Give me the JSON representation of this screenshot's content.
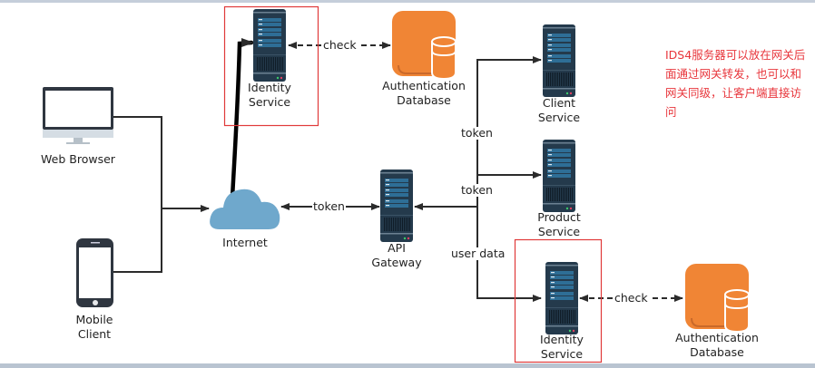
{
  "nodes": {
    "web_browser": {
      "label": "Web Browser",
      "icon": "monitor-icon"
    },
    "mobile_client": {
      "label_line1": "Mobile",
      "label_line2": "Client",
      "icon": "smartphone-icon"
    },
    "internet": {
      "label": "Internet",
      "icon": "cloud-icon"
    },
    "identity_service_top": {
      "label_line1": "Identity",
      "label_line2": "Service",
      "icon": "server-icon"
    },
    "auth_db_top": {
      "label_line1": "Authentication",
      "label_line2": "Database",
      "icon": "database-icon"
    },
    "api_gateway": {
      "label_line1": "API",
      "label_line2": "Gateway",
      "icon": "server-icon"
    },
    "client_service": {
      "label_line1": "Client",
      "label_line2": "Service",
      "icon": "server-icon"
    },
    "product_service": {
      "label_line1": "Product",
      "label_line2": "Service",
      "icon": "server-icon"
    },
    "identity_service_bottom": {
      "label_line1": "Identity",
      "label_line2": "Service",
      "icon": "server-icon"
    },
    "auth_db_bottom": {
      "label_line1": "Authentication",
      "label_line2": "Database",
      "icon": "database-icon"
    }
  },
  "edges": {
    "check_top": "check",
    "token_internet_gateway": "token",
    "token_client": "token",
    "token_product": "token",
    "user_data": "user data",
    "check_bottom": "check"
  },
  "annotation": {
    "text": "IDS4服务器可以放在网关后面通过网关转发，也可以和网关同级，让客户端直接访问",
    "color": "#e8363c"
  },
  "colors": {
    "highlight_box": "#e03a3a",
    "server_body": "#243a4c",
    "database": "#f08535",
    "cloud": "#6fa8cc"
  }
}
